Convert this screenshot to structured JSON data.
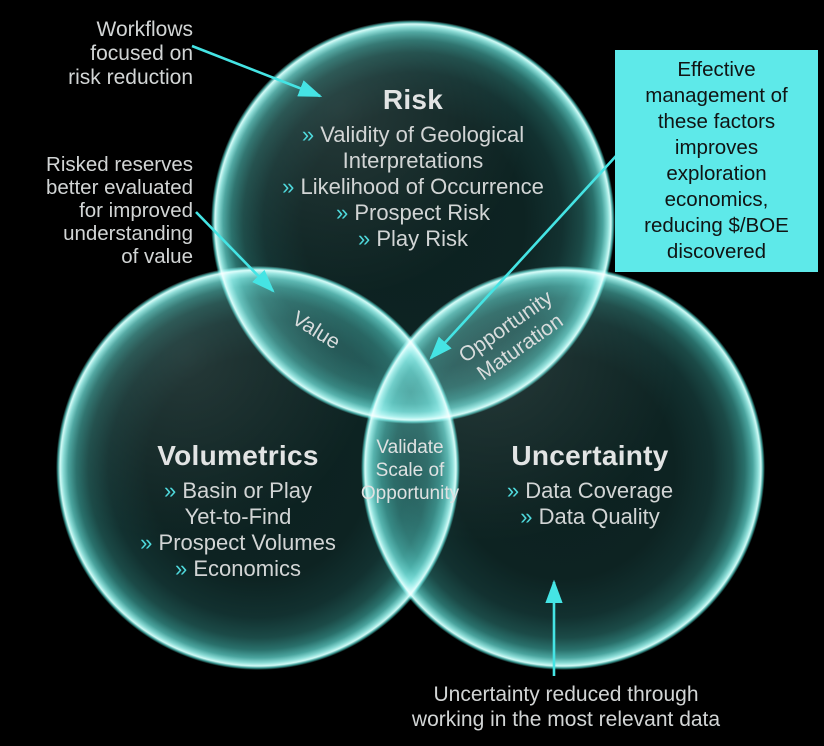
{
  "colors": {
    "background": "#000000",
    "accent": "#45e4e4",
    "text": "#d2d5d5",
    "title": "#e2e4e4",
    "bullet": "#4fd9dc",
    "box_bg": "#5ee9e9",
    "box_text": "#101414"
  },
  "bullet_glyph": "»",
  "circles": {
    "risk": {
      "title": "Risk",
      "items": [
        {
          "b": true,
          "t": "Validity of Geological"
        },
        {
          "b": false,
          "t": "Interpretations"
        },
        {
          "b": true,
          "t": "Likelihood of Occurrence"
        },
        {
          "b": true,
          "t": "Prospect Risk"
        },
        {
          "b": true,
          "t": "Play Risk"
        }
      ]
    },
    "volumetrics": {
      "title": "Volumetrics",
      "items": [
        {
          "b": true,
          "t": "Basin or Play"
        },
        {
          "b": false,
          "t": "Yet-to-Find"
        },
        {
          "b": true,
          "t": "Prospect Volumes"
        },
        {
          "b": true,
          "t": "Economics"
        }
      ]
    },
    "uncertainty": {
      "title": "Uncertainty",
      "items": [
        {
          "b": true,
          "t": "Data Coverage"
        },
        {
          "b": true,
          "t": "Data Quality"
        }
      ]
    }
  },
  "overlaps": {
    "risk_volumetrics": "Value",
    "risk_uncertainty": [
      "Opportunity",
      "Maturation"
    ],
    "center": [
      "Validate",
      "Scale of",
      "Opportunity"
    ]
  },
  "annotations": {
    "workflows": [
      "Workflows",
      "focused on",
      "risk reduction"
    ],
    "risked_reserves": [
      "Risked reserves",
      "better evaluated",
      "for improved",
      "understanding",
      "of value"
    ],
    "effectiveness_box": [
      "Effective",
      "management of",
      "these factors",
      "improves",
      "exploration",
      "economics,",
      "reducing $/BOE",
      "discovered"
    ],
    "uncertainty_reduced": [
      "Uncertainty reduced through",
      "working in the most relevant data"
    ]
  }
}
